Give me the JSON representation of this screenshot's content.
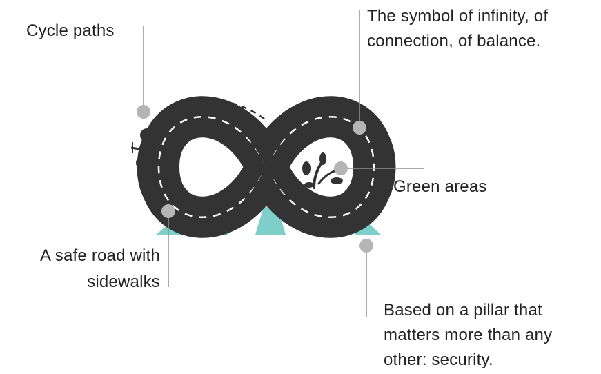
{
  "labels": {
    "cycle_paths": "Cycle paths",
    "infinity": [
      "The symbol of infinity, of",
      "connection, of balance."
    ],
    "green_areas": "Green areas",
    "safe_road": [
      "A safe road with",
      "sidewalks"
    ],
    "security": [
      "Based on a pillar that",
      "matters more than any",
      "other: security."
    ]
  },
  "colors": {
    "road": "#333333",
    "road_dash": "#ffffff",
    "sidewalk": "#7ecfc9",
    "marker": "#b5b5b5",
    "leader": "#8f8f8f"
  },
  "icons": [
    "bicycle-icon",
    "plant-icon"
  ]
}
